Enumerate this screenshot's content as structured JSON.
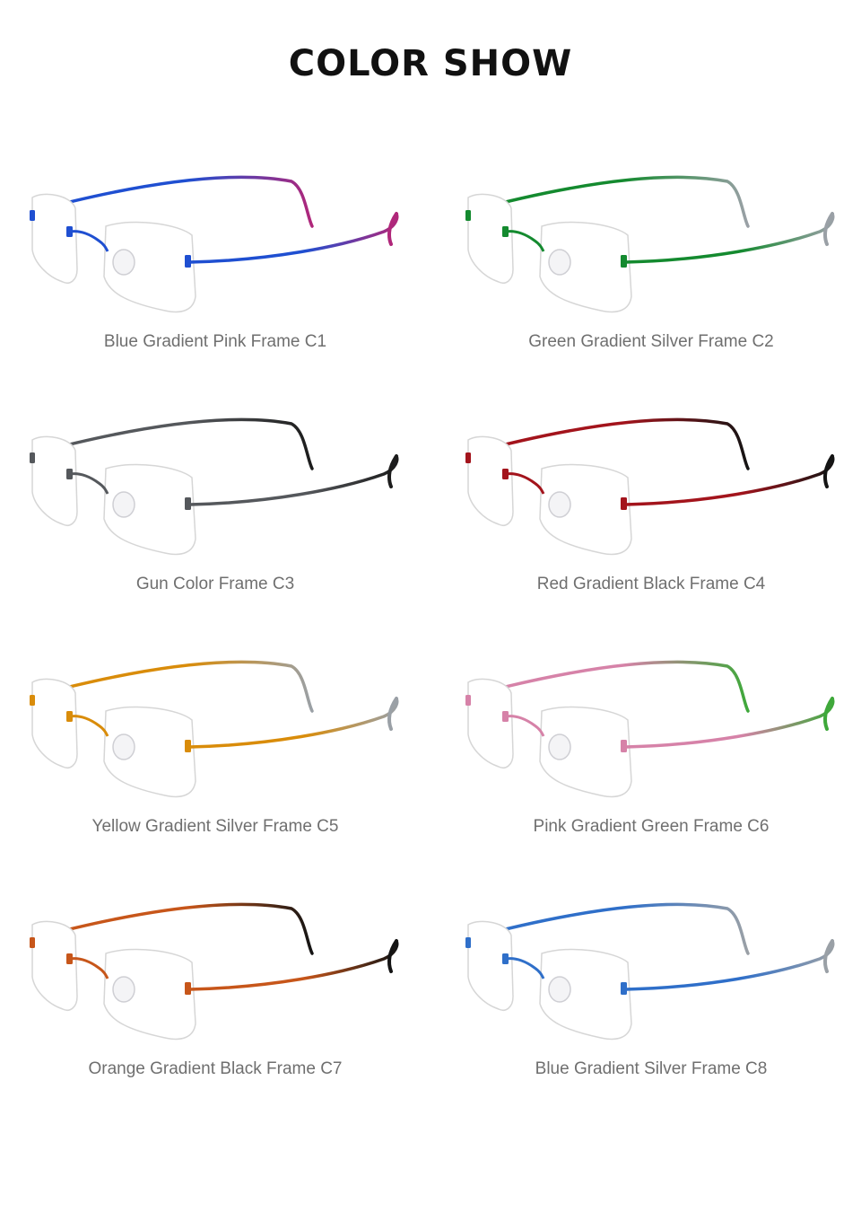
{
  "title": "COLOR SHOW",
  "variants": [
    {
      "label": "Blue Gradient Pink Frame C1",
      "front": "#1f4fd1",
      "tip": "#b0277a"
    },
    {
      "label": "Green Gradient Silver Frame C2",
      "front": "#148a2f",
      "tip": "#9aa0a6"
    },
    {
      "label": "Gun Color Frame C3",
      "front": "#55585c",
      "tip": "#1c1c1c"
    },
    {
      "label": "Red Gradient Black Frame C4",
      "front": "#a3141c",
      "tip": "#141414"
    },
    {
      "label": "Yellow Gradient Silver Frame C5",
      "front": "#d98c0a",
      "tip": "#9aa0a6"
    },
    {
      "label": "Pink Gradient Green Frame C6",
      "front": "#d682a8",
      "tip": "#3ea83a"
    },
    {
      "label": "Orange Gradient Black Frame C7",
      "front": "#c7561a",
      "tip": "#141414"
    },
    {
      "label": "Blue Gradient Silver Frame C8",
      "front": "#2f6fc9",
      "tip": "#9aa0a6"
    }
  ]
}
